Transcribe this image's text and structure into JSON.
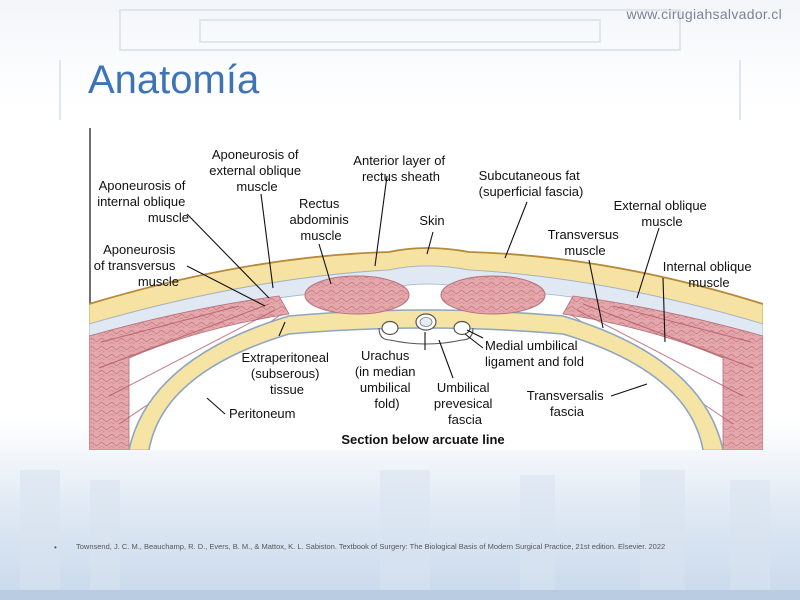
{
  "site_url": "www.cirugiahsalvador.cl",
  "title": "Anatomía",
  "figure": {
    "caption": "Section below arcuate line",
    "labels": {
      "aponeurosis_external_oblique": [
        "Aponeurosis of",
        "external oblique",
        "muscle"
      ],
      "aponeurosis_internal_oblique": [
        "Aponeurosis of",
        "internal oblique",
        "muscle"
      ],
      "aponeurosis_transversus": [
        "Aponeurosis",
        "of transversus",
        "muscle"
      ],
      "rectus_abdominis": [
        "Rectus",
        "abdominis",
        "muscle"
      ],
      "anterior_layer": [
        "Anterior layer of",
        "rectus sheath"
      ],
      "skin": [
        "Skin"
      ],
      "subcutaneous_fat": [
        "Subcutaneous fat",
        "(superficial fascia)"
      ],
      "external_oblique": [
        "External oblique",
        "muscle"
      ],
      "transversus": [
        "Transversus",
        "muscle"
      ],
      "internal_oblique": [
        "Internal oblique",
        "muscle"
      ],
      "medial_umbilical": [
        "Medial umbilical",
        "ligament and fold"
      ],
      "extraperitoneal": [
        "Extraperitoneal",
        "(subserous)",
        "tissue"
      ],
      "urachus": [
        "Urachus",
        "(in median",
        "umbilical",
        "fold)"
      ],
      "umbilical_prevesical": [
        "Umbilical",
        "prevesical",
        "fascia"
      ],
      "transversalis": [
        "Transversalis",
        "fascia"
      ],
      "peritoneum": [
        "Peritoneum"
      ]
    }
  },
  "bullet": "•",
  "citation": "Townsend, J. C. M., Beauchamp, R. D., Evers, B. M., & Mattox, K. L. Sabiston. Textbook of Surgery: The Biological Basis of Modern Surgical Practice, 21st edition. Elsevier. 2022"
}
